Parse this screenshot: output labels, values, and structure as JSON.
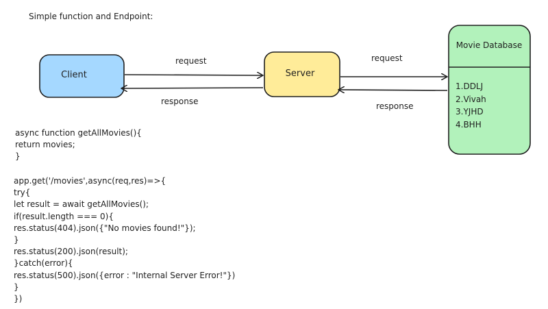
{
  "title": "Simple function and Endpoint:",
  "nodes": {
    "client": "Client",
    "server": "Server",
    "database": {
      "title": "Movie Database",
      "items": [
        "1.DDLJ",
        "2.Vivah",
        "3.YJHD",
        "4.BHH"
      ]
    }
  },
  "edges": {
    "client_to_server": "request",
    "server_to_client": "response",
    "server_to_db": "request",
    "db_to_server": "response"
  },
  "colors": {
    "client_fill": "#a5d8ff",
    "server_fill": "#ffec99",
    "db_fill": "#b2f2bb",
    "stroke": "#1e1e1e"
  },
  "code": {
    "function_block": "async function getAllMovies(){\nreturn movies;\n}",
    "endpoint_block": "app.get('/movies',async(req,res)=>{\ntry{\nlet result = await getAllMovies();\nif(result.length === 0){\nres.status(404).json({\"No movies found!\"});\n}\nres.status(200).json(result);\n}catch(error){\nres.status(500).json({error : \"Internal Server Error!\"})\n}\n})"
  }
}
